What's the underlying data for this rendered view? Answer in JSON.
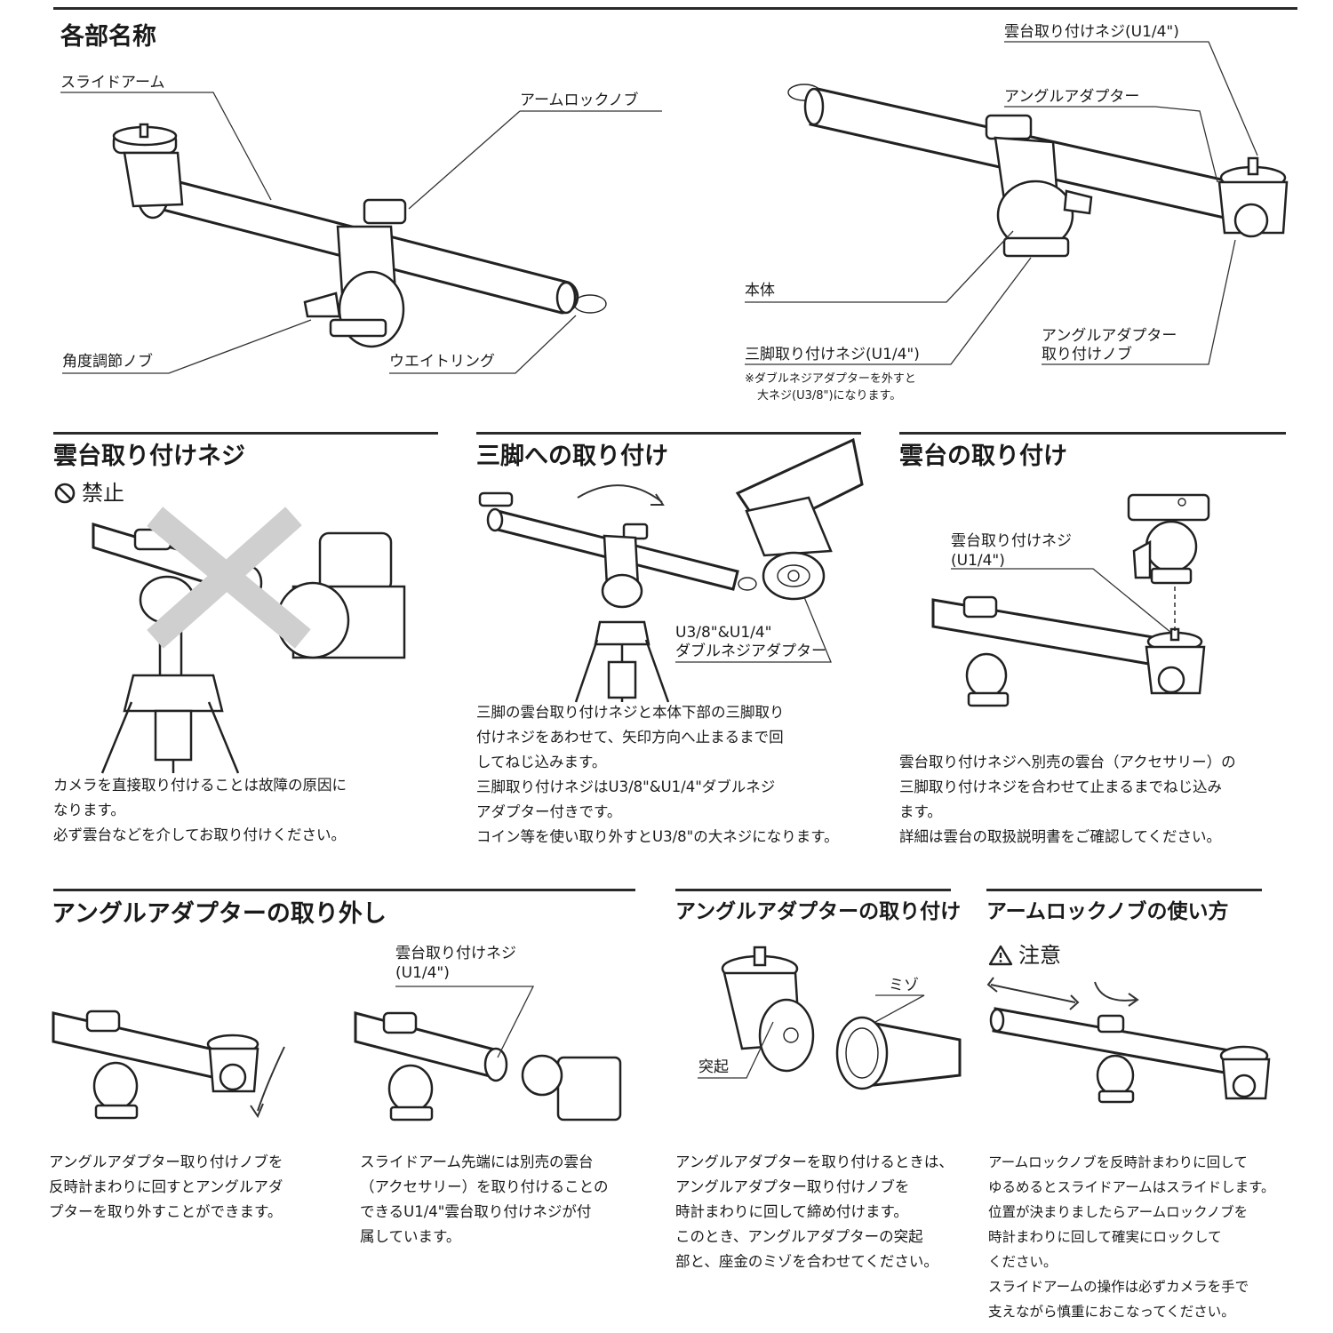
{
  "parts": {
    "title": "各部名称",
    "slide_arm": "スライドアーム",
    "arm_lock_knob": "アームロックノブ",
    "angle_knob": "角度調節ノブ",
    "weight_ring": "ウエイトリング",
    "head_screw": "雲台取り付けネジ(U1/4\")",
    "angle_adapter": "アングルアダプター",
    "body": "本体",
    "tripod_screw": "三脚取り付けネジ(U1/4\")",
    "tripod_note": [
      "※ダブルネジアダプターを外すと",
      "大ネジ(U3/8\")になります。"
    ],
    "adapter_knob": [
      "アングルアダプター",
      "取り付けノブ"
    ]
  },
  "head_screw_section": {
    "title": "雲台取り付けネジ",
    "prohibited": "禁止",
    "text": [
      "カメラを直接取り付けることは故障の原因に",
      "なります。",
      "必ず雲台などを介してお取り付けください。"
    ]
  },
  "tripod_section": {
    "title": "三脚への取り付け",
    "adapter_label": [
      "U3/8\"&U1/4\"",
      "ダブルネジアダプター"
    ],
    "text": [
      "三脚の雲台取り付けネジと本体下部の三脚取り",
      "付けネジをあわせて、矢印方向へ止まるまで回",
      "してねじ込みます。",
      "三脚取り付けネジはU3/8\"&U1/4\"ダブルネジ",
      "アダプター付きです。",
      "コイン等を使い取り外すとU3/8\"の大ネジになります。"
    ]
  },
  "head_section": {
    "title": "雲台の取り付け",
    "screw_label": [
      "雲台取り付けネジ",
      "(U1/4\")"
    ],
    "text": [
      "雲台取り付けネジへ別売の雲台（アクセサリー）の",
      "三脚取り付けネジを合わせて止まるまでねじ込み",
      "ます。",
      "詳細は雲台の取扱説明書をご確認してください。"
    ]
  },
  "remove_section": {
    "title": "アングルアダプターの取り外し",
    "screw_label": [
      "雲台取り付けネジ",
      "(U1/4\")"
    ],
    "text_left": [
      "アングルアダプター取り付けノブを",
      "反時計まわりに回すとアングルアダ",
      "プターを取り外すことができます。"
    ],
    "text_right": [
      "スライドアーム先端には別売の雲台",
      "（アクセサリー）を取り付けることの",
      "できるU1/4\"雲台取り付けネジが付",
      "属しています。"
    ]
  },
  "attach_section": {
    "title": "アングルアダプターの取り付け",
    "groove": "ミゾ",
    "protrusion": "突起",
    "text": [
      "アングルアダプターを取り付けるときは、",
      "アングルアダプター取り付けノブを",
      "時計まわりに回して締め付けます。",
      "このとき、アングルアダプターの突起",
      "部と、座金のミゾを合わせてください。"
    ]
  },
  "lock_section": {
    "title": "アームロックノブの使い方",
    "caution": "注意",
    "text": [
      "アームロックノブを反時計まわりに回して",
      "ゆるめるとスライドアームはスライドします。",
      "位置が決まりましたらアームロックノブを",
      "時計まわりに回して確実にロックして",
      "ください。",
      "スライドアームの操作は必ずカメラを手で",
      "支えながら慎重におこなってください。"
    ]
  },
  "icons": {
    "prohibited": "prohibited-icon",
    "caution": "warning-icon"
  }
}
